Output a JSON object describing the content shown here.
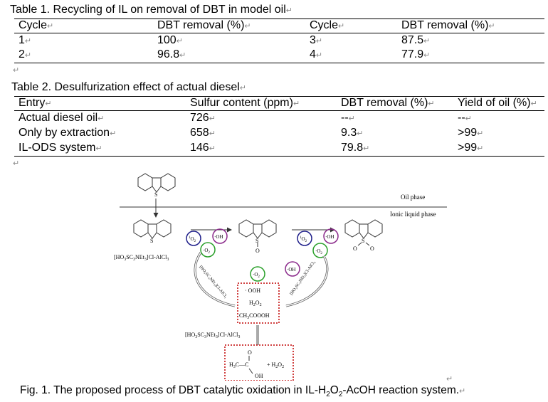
{
  "table1": {
    "title": "Table 1. Recycling of IL on removal of DBT in model oil",
    "headers": [
      "Cycle",
      "DBT removal (%)",
      "Cycle",
      "DBT removal (%)"
    ],
    "rows": [
      [
        "1",
        "100",
        "3",
        "87.5"
      ],
      [
        "2",
        "96.8",
        "4",
        "77.9"
      ]
    ]
  },
  "table2": {
    "title": "Table 2. Desulfurization effect of actual diesel",
    "headers": [
      "Entry",
      "Sulfur content (ppm)",
      "DBT removal (%)",
      "Yield of oil (%)"
    ],
    "rows": [
      [
        "Actual diesel oil",
        "726",
        "--",
        "--"
      ],
      [
        "Only by extraction",
        "658",
        "9.3",
        ">99"
      ],
      [
        "IL-ODS system",
        "146",
        "79.8",
        ">99"
      ]
    ]
  },
  "figure": {
    "oil_phase": "Oil phase",
    "il_phase": "Ionic liquid phase",
    "catalyst_label": "[HO3SC3NEt3]Cl-AlCl3",
    "species": [
      "1O2",
      "·OH",
      "·O2−",
      "·OOH",
      "H2O2",
      "CH3COOOH"
    ],
    "reactants": [
      "H3C",
      "C",
      "O",
      "OH",
      "+ H2O2"
    ],
    "caption": "Fig. 1. The proposed process of DBT catalytic oxidation in IL-H",
    "caption_sub1": "2",
    "caption_mid": "O",
    "caption_sub2": "2",
    "caption_end": "-AcOH reaction system."
  },
  "colors": {
    "red_box": "#c00000",
    "blue_circle": "#1f1f8a",
    "purple_circle": "#8b2a8b",
    "green_circle": "#2aa02a"
  }
}
